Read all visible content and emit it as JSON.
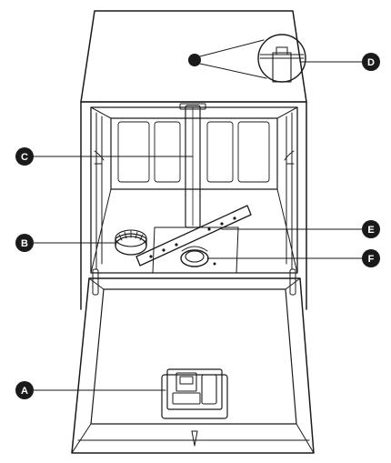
{
  "callouts": {
    "a": {
      "letter": "A"
    },
    "b": {
      "letter": "B"
    },
    "c": {
      "letter": "C"
    },
    "d": {
      "letter": "D"
    },
    "e": {
      "letter": "E"
    },
    "f": {
      "letter": "F"
    }
  },
  "colors": {
    "line": "#1a1a1a",
    "callout_fill": "#1a1a1a",
    "callout_text": "#ffffff",
    "background": "#ffffff"
  }
}
